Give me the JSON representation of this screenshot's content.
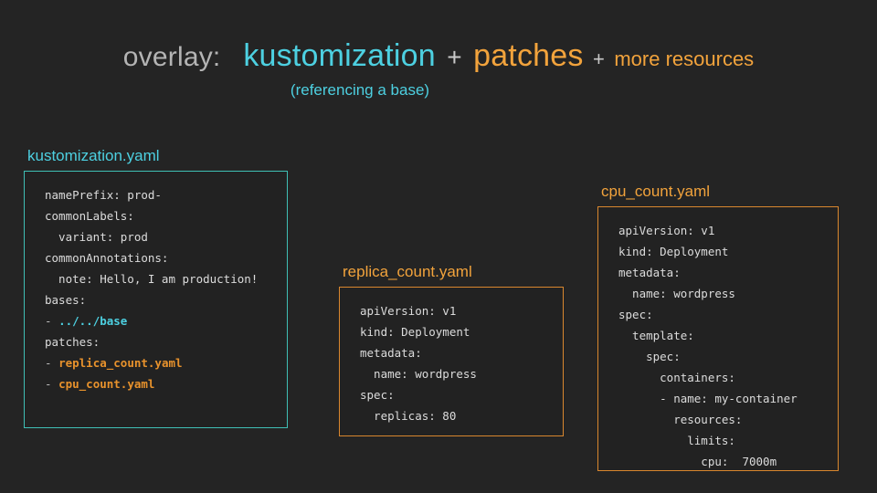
{
  "header": {
    "label": "overlay:",
    "term1": "kustomization",
    "plus1": "+",
    "term2": "patches",
    "plus2": "+",
    "term3": "more resources",
    "subtitle": "(referencing a base)",
    "colors": {
      "label": "#b4b4b4",
      "cyan": "#4dd0e1",
      "orange": "#f2a33c",
      "plus": "#c9c9c9"
    }
  },
  "background": "#242424",
  "cards": [
    {
      "id": "kustomization",
      "label": "kustomization.yaml",
      "accent": "#3fbfb5",
      "label_color": "#4dd0e1",
      "lines": [
        {
          "text": "namePrefix: prod-"
        },
        {
          "text": "commonLabels:"
        },
        {
          "text": "  variant: prod"
        },
        {
          "text": "commonAnnotations:"
        },
        {
          "text": "  note: Hello, I am production!"
        },
        {
          "text": "bases:"
        },
        {
          "dash": "- ",
          "token": "../../base",
          "token_color": "cyan"
        },
        {
          "text": "patches:"
        },
        {
          "dash": "- ",
          "token": "replica_count.yaml",
          "token_color": "orange"
        },
        {
          "dash": "- ",
          "token": "cpu_count.yaml",
          "token_color": "orange"
        }
      ]
    },
    {
      "id": "replica",
      "label": "replica_count.yaml",
      "accent": "#d9872e",
      "label_color": "#f2a33c",
      "lines": [
        {
          "text": "apiVersion: v1"
        },
        {
          "text": "kind: Deployment"
        },
        {
          "text": "metadata:"
        },
        {
          "text": "  name: wordpress"
        },
        {
          "text": "spec:"
        },
        {
          "text": "  replicas: 80"
        }
      ]
    },
    {
      "id": "cpu",
      "label": "cpu_count.yaml",
      "accent": "#d9872e",
      "label_color": "#f2a33c",
      "lines": [
        {
          "text": "apiVersion: v1"
        },
        {
          "text": "kind: Deployment"
        },
        {
          "text": "metadata:"
        },
        {
          "text": "  name: wordpress"
        },
        {
          "text": "spec:"
        },
        {
          "text": "  template:"
        },
        {
          "text": "    spec:"
        },
        {
          "text": "      containers:"
        },
        {
          "text": "      - name: my-container"
        },
        {
          "text": "        resources:"
        },
        {
          "text": "          limits:"
        },
        {
          "text": "            cpu:  7000m"
        }
      ]
    }
  ]
}
